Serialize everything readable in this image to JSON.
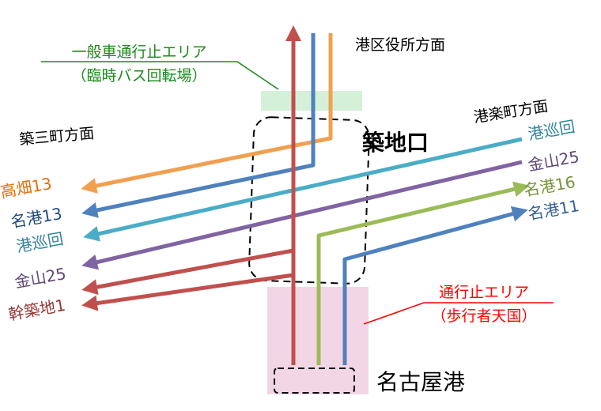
{
  "areas": {
    "no_vehicle_top": {
      "title": "一般車通行止エリア",
      "subtitle": "（臨時バス回転場）",
      "color": "#1a8a1a"
    },
    "no_traffic_bottom": {
      "title": "通行止エリア",
      "subtitle": "（歩行者天国）",
      "color": "#ff0000"
    }
  },
  "places": {
    "ward_office": "港区役所方面",
    "chikusan": "築三町方面",
    "kourakucho": "港楽町方面",
    "chikuchiguchi": "築地口",
    "nagoyako": "名古屋港"
  },
  "routes_left": [
    {
      "label": "高畑13",
      "color": "#f0a050"
    },
    {
      "label": "名港13",
      "color": "#4f81bd"
    },
    {
      "label": "港巡回",
      "color": "#4bacc6"
    },
    {
      "label": "金山25",
      "color": "#8064a2"
    },
    {
      "label": "幹築地1",
      "color": "#c0504d"
    }
  ],
  "routes_right": [
    {
      "label": "港巡回",
      "color": "#4bacc6"
    },
    {
      "label": "金山25",
      "color": "#8064a2"
    },
    {
      "label": "名港16",
      "color": "#9bbb59"
    },
    {
      "label": "名港11",
      "color": "#4f81bd"
    }
  ],
  "label_colors": {
    "高畑13": "#e46c0a",
    "名港13": "#1f497d",
    "港巡回": "#31859c",
    "金山25": "#5f497a",
    "幹築地1": "#953735",
    "名港16": "#77933c",
    "名港11": "#376092"
  }
}
